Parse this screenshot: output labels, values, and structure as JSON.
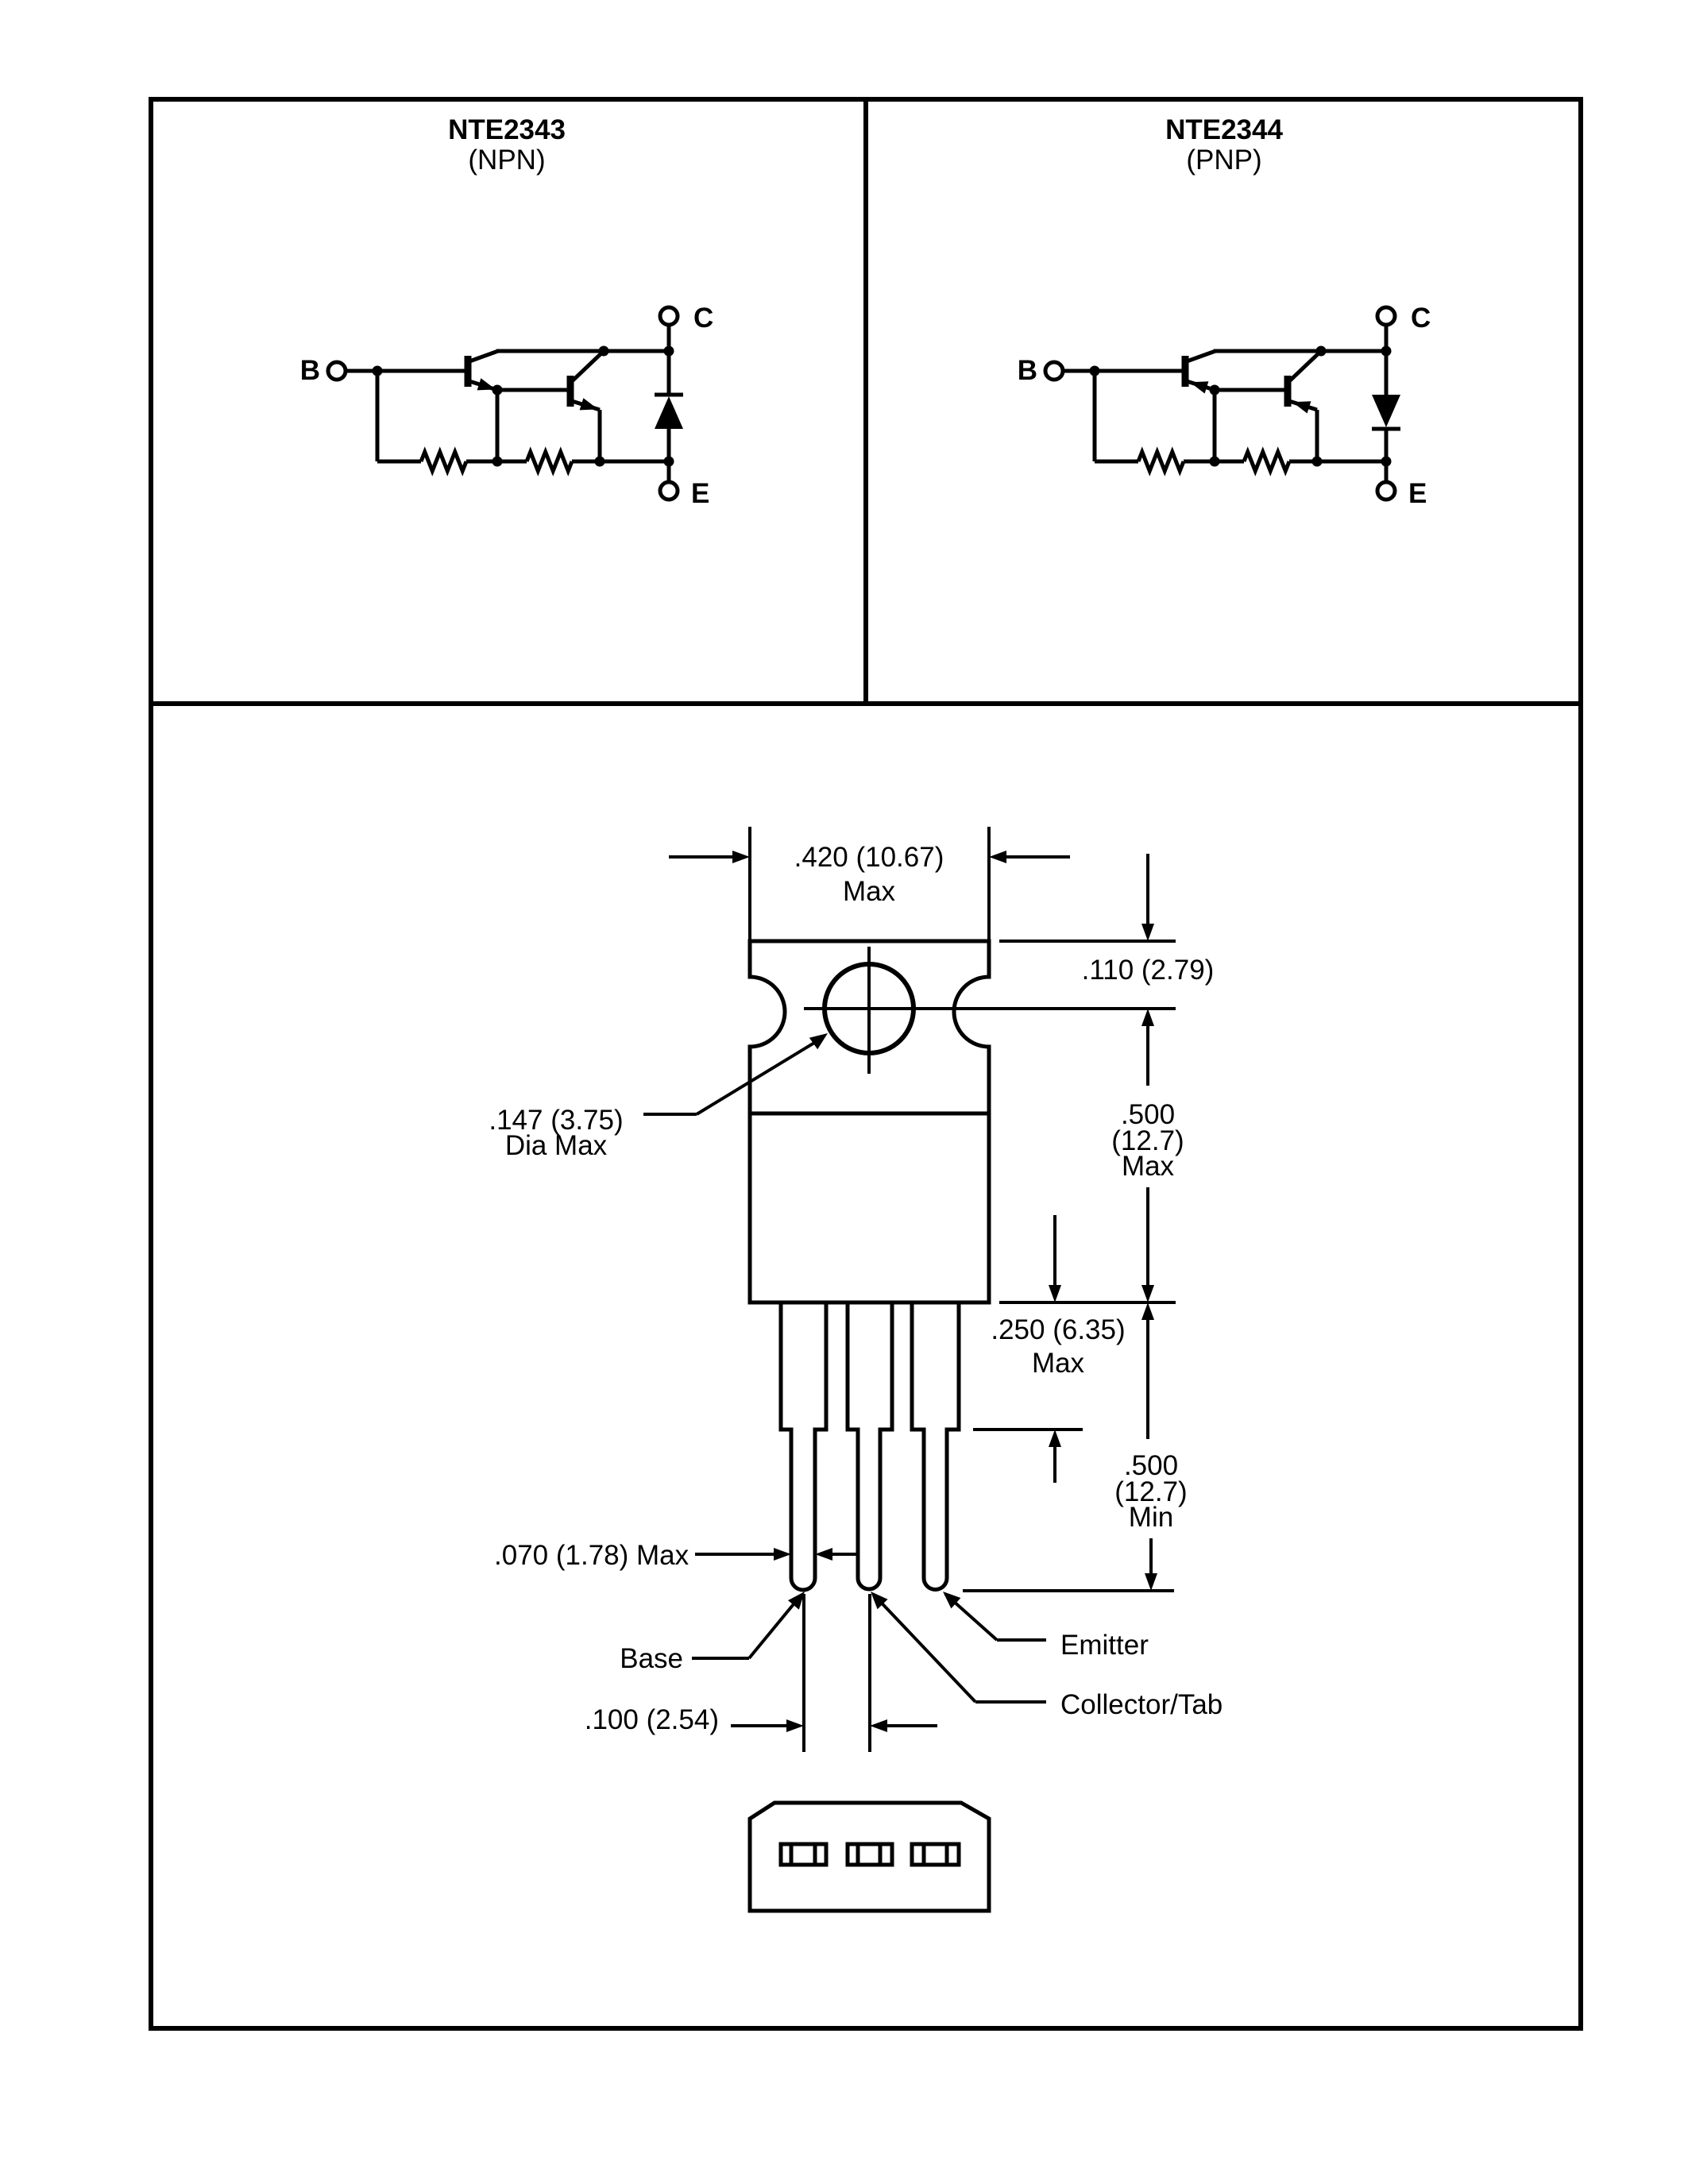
{
  "colors": {
    "ink": "#000000",
    "paper": "#ffffff"
  },
  "panels": [
    {
      "title": "NTE2343",
      "subtitle": "(NPN)",
      "terminal_b": "B",
      "terminal_c": "C",
      "terminal_e": "E"
    },
    {
      "title": "NTE2344",
      "subtitle": "(PNP)",
      "terminal_b": "B",
      "terminal_c": "C",
      "terminal_e": "E"
    }
  ],
  "package_drawing": {
    "width_dim": ".420 (10.67)",
    "width_dim_qualifier": "Max",
    "tab_offset_dim": ".110 (2.79)",
    "hole_dim_line1": ".147 (3.75)",
    "hole_dim_line2": "Dia Max",
    "body_height_dim_line1": ".500",
    "body_height_dim_line2": "(12.7)",
    "body_height_dim_line3": "Max",
    "shoulder_dim_line1": ".250 (6.35)",
    "shoulder_dim_line2": "Max",
    "lead_length_dim_line1": ".500",
    "lead_length_dim_line2": "(12.7)",
    "lead_length_dim_line3": "Min",
    "lead_width_dim": ".070 (1.78) Max",
    "lead_pitch_dim": ".100 (2.54)",
    "base_label": "Base",
    "emitter_label": "Emitter",
    "collector_label": "Collector/Tab"
  }
}
